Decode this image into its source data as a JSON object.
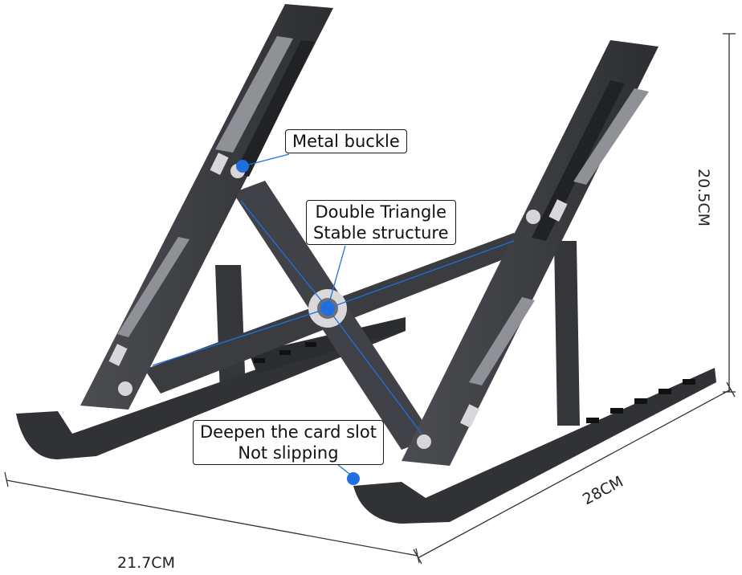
{
  "callouts": {
    "buckle": "Metal buckle",
    "triangle_line1": "Double Triangle",
    "triangle_line2": "Stable structure",
    "slot_line1": "Deepen the card slot",
    "slot_line2": "Not slipping"
  },
  "dimensions": {
    "height": "20.5CM",
    "depth": "28CM",
    "width": "21.7CM"
  },
  "colors": {
    "metal": "#3d3f44",
    "metal_dark": "#26282c",
    "pad": "#8f9196",
    "accent": "#1f6fe0"
  }
}
